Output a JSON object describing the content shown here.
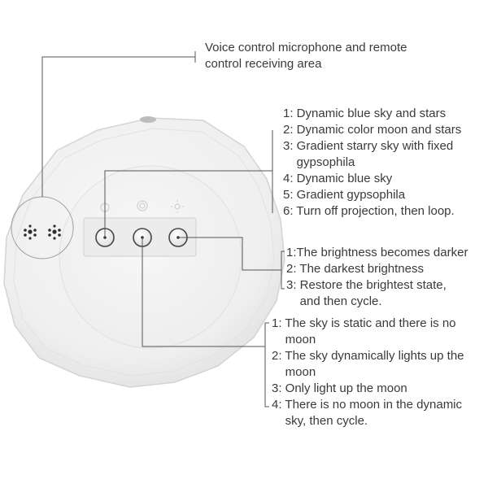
{
  "mic_label": [
    "Voice control microphone and remote",
    "control receiving area"
  ],
  "mode_button_lines": [
    "1: Dynamic blue sky and stars",
    "2: Dynamic color moon and stars",
    "3: Gradient starry sky with fixed",
    "    gypsophila",
    "4: Dynamic blue sky",
    "5: Gradient gypsophila",
    "6: Turn off projection, then loop."
  ],
  "brightness_button_lines": [
    "1:The brightness becomes darker",
    "2: The darkest brightness",
    "3: Restore the brightest state,",
    "    and then cycle."
  ],
  "moon_button_lines": [
    "1: The sky is static and there is no",
    "    moon",
    "2: The sky dynamically lights up the",
    "    moon",
    "3: Only light up the moon",
    "4: There is no moon in the dynamic",
    "    sky, then cycle."
  ],
  "colors": {
    "text": "#3a3a3a",
    "leader_line": "#555555",
    "device_body": "#f1f1f1",
    "device_edge": "#d6d6d6",
    "button_ring": "#454545"
  },
  "icons": [
    "mode-icon",
    "moon-icon",
    "brightness-icon",
    "microphone-holes-icon"
  ]
}
